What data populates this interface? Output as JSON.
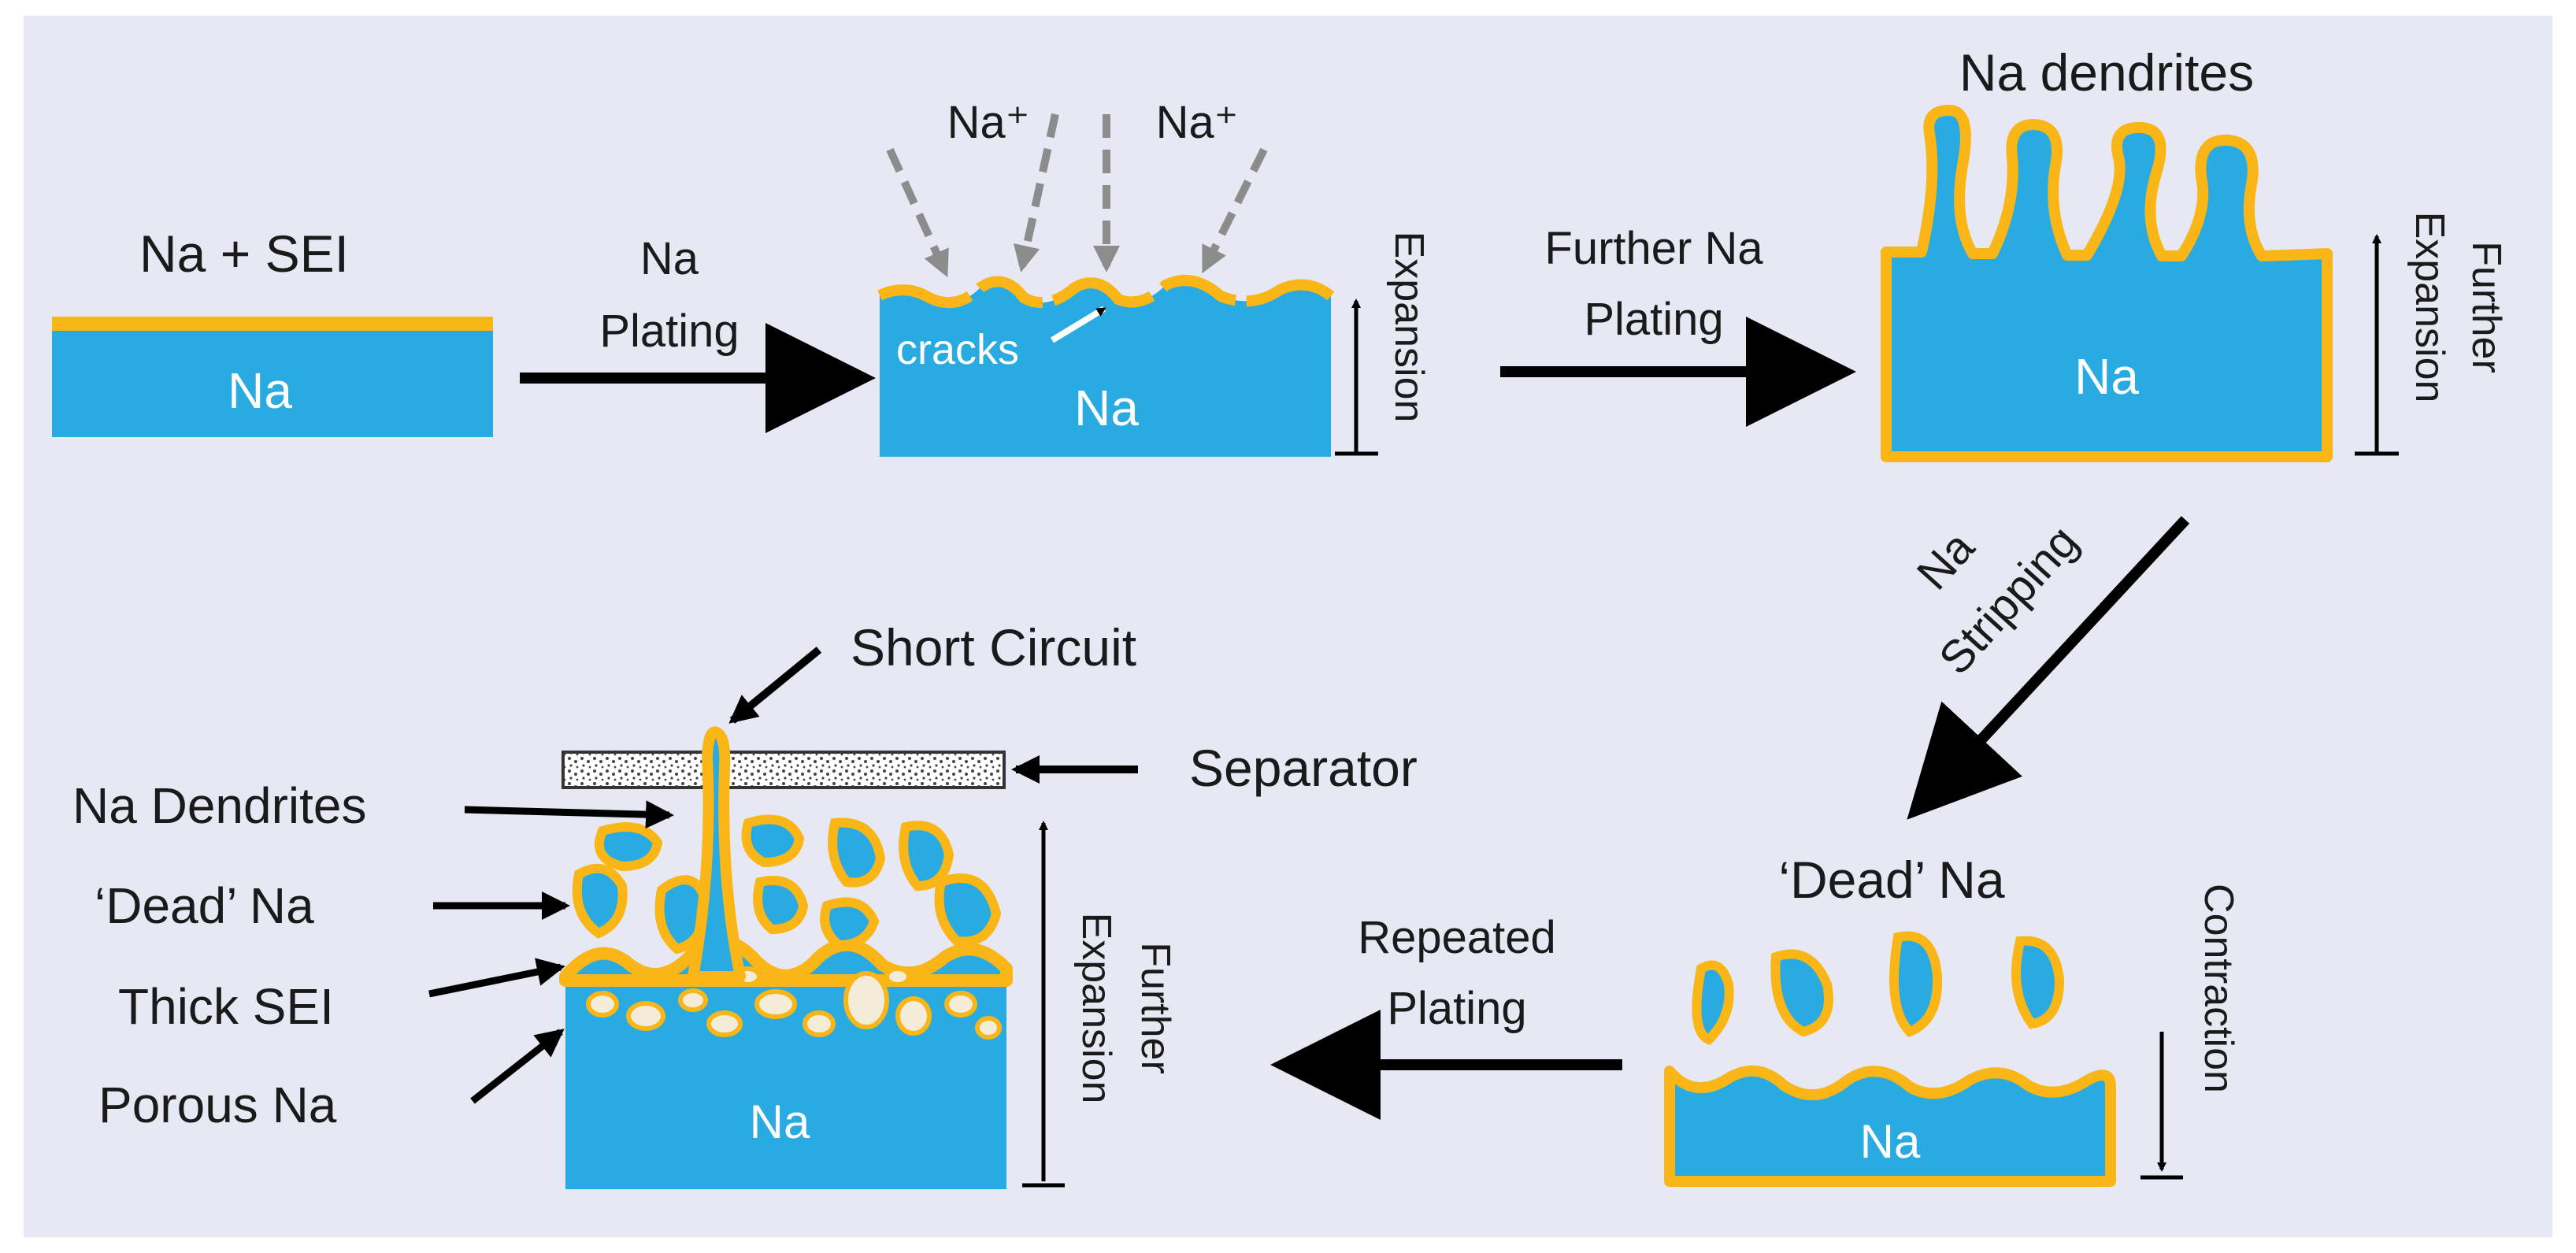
{
  "colors": {
    "background": "#e6e8f3",
    "sodium": "#29abe2",
    "sei": "#f9b616",
    "arrow": "#000000",
    "ion_arrow": "#8c8c8c",
    "label_text": "#1a1a1a",
    "inner_text": "#ffffff"
  },
  "stage1": {
    "title": "Na + SEI",
    "body": "Na"
  },
  "arrow_plating": {
    "line1": "Na",
    "line2": "Plating"
  },
  "stage2": {
    "ion_left": "Na⁺",
    "ion_right": "Na⁺",
    "cracks": "cracks",
    "body": "Na",
    "dimension": "Expansion"
  },
  "arrow_further": {
    "line1": "Further Na",
    "line2": "Plating"
  },
  "stage3": {
    "title": "Na dendrites",
    "body": "Na",
    "dimension_line1": "Further",
    "dimension_line2": "Expansion"
  },
  "arrow_stripping": {
    "line1": "Na",
    "line2": "Stripping"
  },
  "stage4": {
    "title": "‘Dead’ Na",
    "body": "Na",
    "dimension": "Contraction"
  },
  "arrow_repeated": {
    "line1": "Repeated",
    "line2": "Plating"
  },
  "stage5": {
    "short_circuit": "Short Circuit",
    "separator": "Separator",
    "callouts": [
      "Na Dendrites",
      "‘Dead’ Na",
      "Thick SEI",
      "Porous Na"
    ],
    "body": "Na",
    "dimension_line1": "Further",
    "dimension_line2": "Expansion"
  }
}
